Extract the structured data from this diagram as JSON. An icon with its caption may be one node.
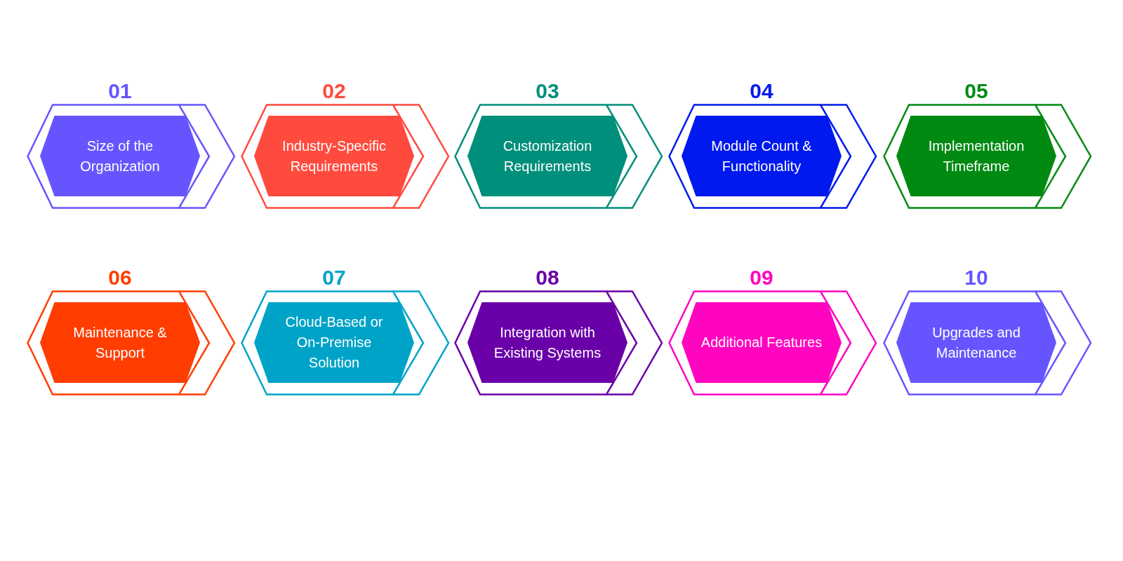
{
  "diagram": {
    "nodes": [
      {
        "text": [
          "01"
        ]
      },
      {
        "text": [
          "Size of the Organization"
        ],
        "in": 0
      },
      {
        "text": [
          "02"
        ]
      },
      {
        "text": [
          "Industry-Specific Requirements"
        ],
        "in": 2
      },
      {
        "text": [
          "03"
        ]
      },
      {
        "text": [
          "Customization Requirements"
        ],
        "in": 4
      },
      {
        "text": [
          "04"
        ]
      },
      {
        "text": [
          "Module Count & Functionality"
        ],
        "in": 6
      },
      {
        "text": [
          "05"
        ]
      },
      {
        "text": [
          "Implementation Timeframe"
        ],
        "in": 8
      },
      {
        "text": [
          "06"
        ]
      },
      {
        "text": [
          "Maintenance & Support"
        ],
        "in": 10
      },
      {
        "text": [
          "07"
        ]
      },
      {
        "text": [
          "Cloud-Based or On-Premise Solution"
        ],
        "in": 12
      },
      {
        "text": [
          "08"
        ]
      },
      {
        "text": [
          "Integration with Existing Systems"
        ],
        "in": 14
      },
      {
        "text": [
          "09"
        ]
      },
      {
        "text": [
          "Additional Features"
        ],
        "in": 16
      },
      {
        "text": [
          "10"
        ]
      },
      {
        "text": [
          "Upgrades and Maintenance"
        ],
        "in": 18
      }
    ]
  }
}
